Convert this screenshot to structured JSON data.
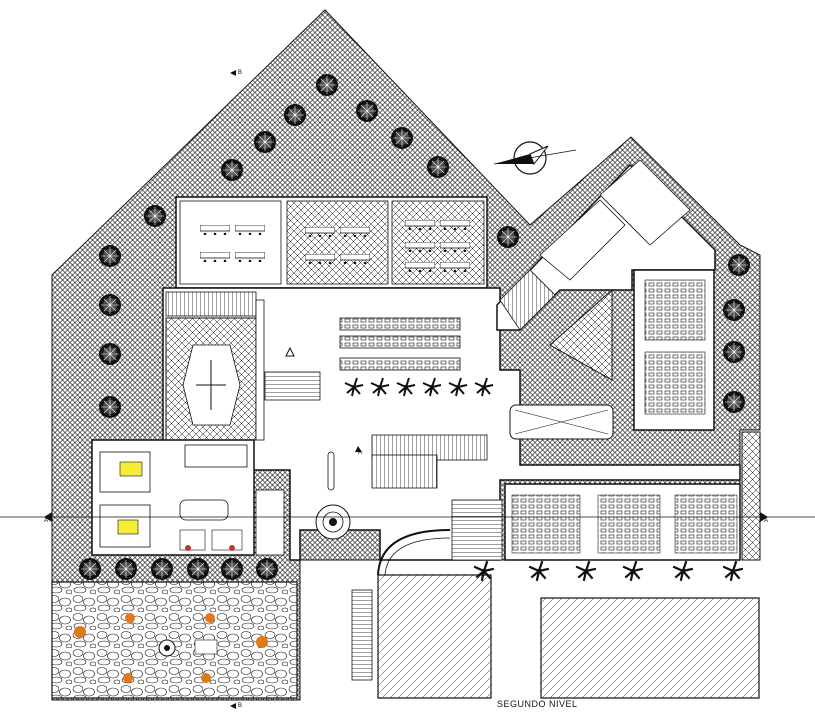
{
  "drawing": {
    "level_title": "SEGUNDO NIVEL",
    "section_a_left": "A",
    "section_a_right": "A",
    "section_a_mid": "A",
    "section_b_top": "B",
    "section_b_bottom": "B"
  },
  "colors": {
    "line": "#111111",
    "highlight_yellow": "#f5ec3a",
    "highlight_orange": "#e07a18",
    "highlight_red": "#c0392b",
    "plant_green": "#2e8b2e",
    "water_blue": "#2a6fd6"
  },
  "symbols": {
    "north_arrow": "north-arrow-icon",
    "tree": "tree-icon",
    "section_marker": "section-marker-icon"
  }
}
